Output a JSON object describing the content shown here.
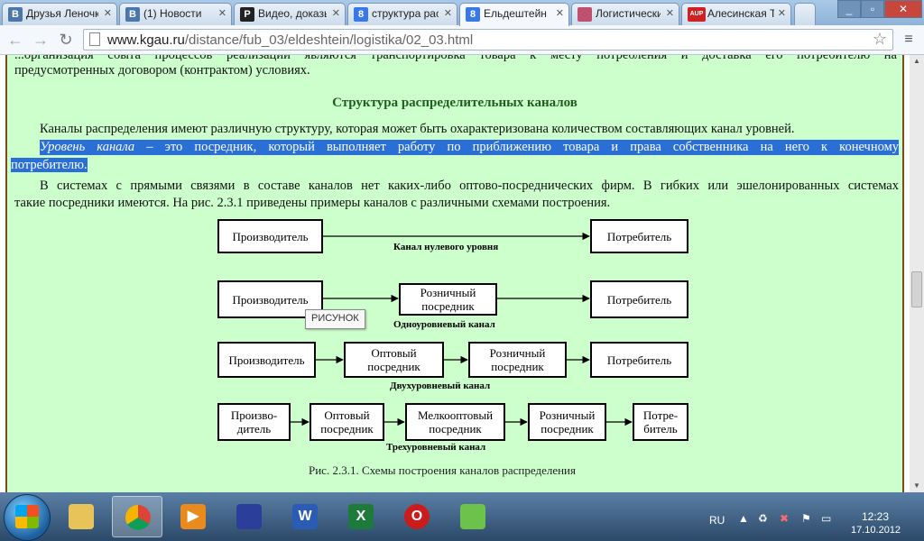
{
  "browser": {
    "tabs": [
      {
        "label": "Друзья Леночка",
        "favicon": "В",
        "color": "#4a76a8"
      },
      {
        "label": "(1) Новости",
        "favicon": "В",
        "color": "#4a76a8"
      },
      {
        "label": "Видео, доказы",
        "favicon": "P",
        "color": "#222222"
      },
      {
        "label": "структура рас",
        "favicon": "8",
        "color": "#3b78e7"
      },
      {
        "label": "Ельдештейн Ю",
        "favicon": "8",
        "color": "#3b78e7"
      },
      {
        "label": "Логистический",
        "favicon": "",
        "color": "#c05070"
      },
      {
        "label": "Алесинская Т",
        "favicon": "AUP",
        "color": "#cc2222"
      }
    ],
    "address": {
      "host": "www.kgau.ru",
      "path": "/distance/fub_03/eldeshtein/logistika/02_03.html"
    }
  },
  "page": {
    "intro_line1": "...организация сбыта процессов реализации являются транспортировка товара к месту потребления и доставка его потребителю на",
    "intro_line2": "предусмотренных договором (контрактом) условиях.",
    "heading": "Структура распределительных каналов",
    "p1": "Каналы распределения имеют различную структуру, которая может быть охарактеризована количеством составляющих канал уровней.",
    "p2_term": "Уровень канала",
    "p2_line1": " – это посредник, который выполняет работу по приближению товара и права собственника на него к конечному",
    "p2_line2": "потребителю.",
    "p3_line1": "В системах с прямыми связями в составе каналов нет каких-либо оптово-посреднических фирм. В гибких или эшелонированных системах",
    "p3_line2": "такие посредники имеются. На рис. 2.3.1 приведены примеры каналов с различными схемами построения.",
    "tooltip": "РИСУНОК"
  },
  "diagram": {
    "row0": {
      "a": "Производитель",
      "b": "Потребитель",
      "caption": "Канал нулевого уровня"
    },
    "row1": {
      "a": "Производитель",
      "b": "Розничный посредник",
      "c": "Потребитель",
      "caption": "Одноуровневый канал"
    },
    "row2": {
      "a": "Производитель",
      "b": "Оптовый посредник",
      "c": "Розничный посредник",
      "d": "Потребитель",
      "caption": "Двухуровневый канал"
    },
    "row3": {
      "a": "Произво-дитель",
      "b": "Оптовый посредник",
      "c": "Мелкооптовый посредник",
      "d": "Розничный посредник",
      "e": "Потре-битель",
      "caption": "Трехуровневый канал"
    },
    "figure_caption": "Рис. 2.3.1. Схемы построения каналов распределения"
  },
  "taskbar": {
    "lang": "RU",
    "time": "12:23",
    "date": "17.10.2012"
  }
}
